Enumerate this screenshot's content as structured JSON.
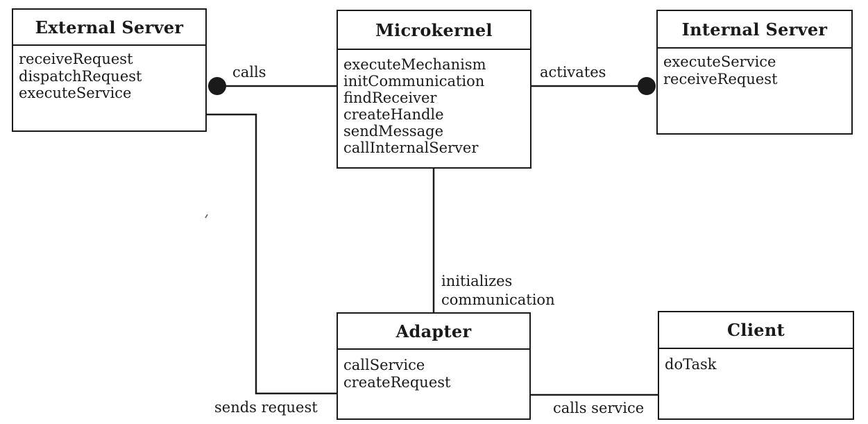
{
  "classes": {
    "external_server": {
      "name": "External Server",
      "operations": [
        "receiveRequest",
        "dispatchRequest",
        "executeService"
      ]
    },
    "microkernel": {
      "name": "Microkernel",
      "operations": [
        "executeMechanism",
        "initCommunication",
        "findReceiver",
        "createHandle",
        "sendMessage",
        "callInternalServer"
      ]
    },
    "internal_server": {
      "name": "Internal Server",
      "operations": [
        "executeService",
        "receiveRequest"
      ]
    },
    "adapter": {
      "name": "Adapter",
      "operations": [
        "callService",
        "createRequest"
      ]
    },
    "client": {
      "name": "Client",
      "operations": [
        "doTask"
      ]
    }
  },
  "associations": {
    "calls": "calls",
    "activates": "activates",
    "initializes_line1": "initializes",
    "initializes_line2": "communication",
    "sends_request": "sends request",
    "calls_service": "calls service"
  },
  "colors": {
    "line": "#1a1a1a",
    "background": "#ffffff"
  }
}
